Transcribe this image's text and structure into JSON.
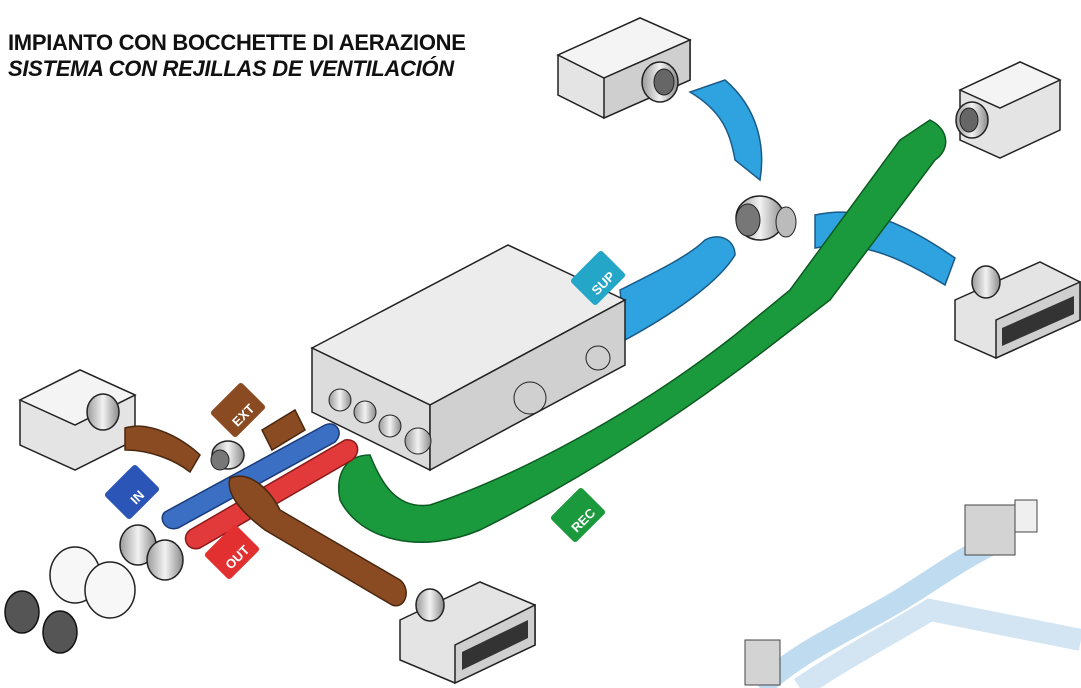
{
  "title": {
    "line1": "IMPIANTO CON BOCCHETTE DI AERAZIONE",
    "line2": "SISTEMA CON REJILLAS DE VENTILACIÓN"
  },
  "labels": {
    "sup": "SUP",
    "ext": "EXT",
    "in": "IN",
    "out": "OUT",
    "rec": "REC"
  },
  "colors": {
    "supply_duct": "#2fa3df",
    "extract_duct": "#1a9a3c",
    "exhaust_duct": "#8a4b22",
    "intake_duct": "#3a6fc4",
    "outlet_duct": "#e23a3a",
    "sup_tag": "#23a6c8",
    "ext_tag": "#8a4b22",
    "in_tag": "#2c55b8",
    "out_tag": "#e23030",
    "rec_tag": "#1a9a3c"
  }
}
